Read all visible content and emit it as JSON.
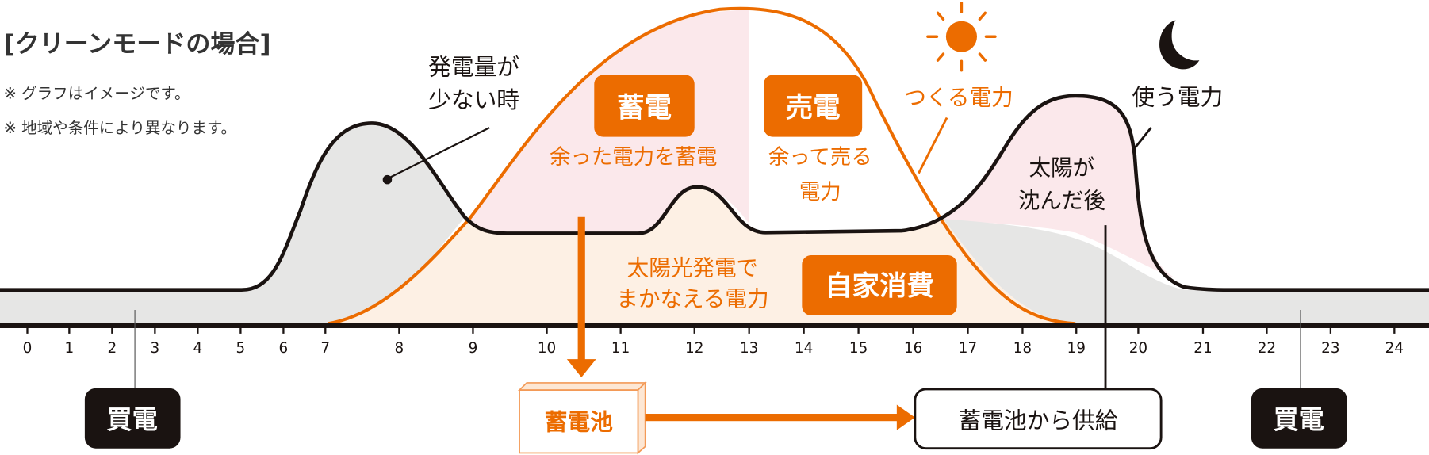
{
  "title": "[クリーンモードの場合]",
  "notes": [
    "※ グラフはイメージです。",
    "※ 地域や条件により異なります。"
  ],
  "colors": {
    "orange": "#ec6c00",
    "pink": "#fbe8eb",
    "cream": "#fdf0e4",
    "gray": "#e6e6e5",
    "black": "#1a1311"
  },
  "x_axis": {
    "ticks": [
      "0",
      "1",
      "2",
      "3",
      "4",
      "5",
      "6",
      "7",
      "8",
      "9",
      "10",
      "11",
      "12",
      "13",
      "14",
      "15",
      "16",
      "17",
      "18",
      "19",
      "20",
      "21",
      "22",
      "23",
      "24"
    ]
  },
  "labels": {
    "low_generation": [
      "発電量が",
      "少ない時"
    ],
    "charge_badge": "蓄電",
    "charge_desc": "余った電力を蓄電",
    "sell_badge": "売電",
    "sell_desc": [
      "余って売る",
      "電力"
    ],
    "generated_power": "つくる電力",
    "used_power": "使う電力",
    "after_sunset": [
      "太陽が",
      "沈んだ後"
    ],
    "solar_covered": [
      "太陽光発電で",
      "まかなえる電力"
    ],
    "self_consumption_badge": "自家消費",
    "battery": "蓄電池",
    "battery_supply": "蓄電池から供給",
    "buy_left": "買電",
    "buy_right": "買電"
  },
  "icons": {
    "sun": "sun-icon",
    "moon": "moon-icon"
  }
}
